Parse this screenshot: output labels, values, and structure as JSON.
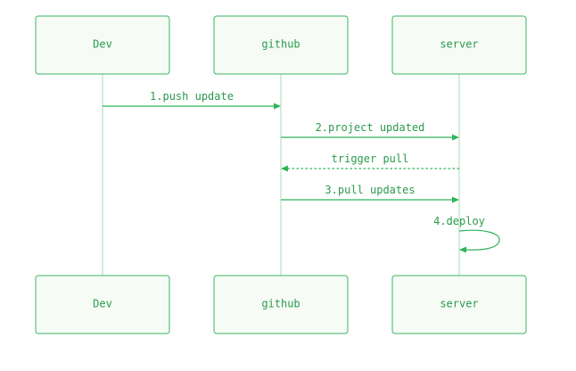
{
  "actors": [
    {
      "id": "dev",
      "label": "Dev"
    },
    {
      "id": "github",
      "label": "github"
    },
    {
      "id": "server",
      "label": "server"
    }
  ],
  "messages": [
    {
      "from": "dev",
      "to": "github",
      "label": "1.push update",
      "style": "solid"
    },
    {
      "from": "github",
      "to": "server",
      "label": "2.project updated",
      "style": "solid"
    },
    {
      "from": "server",
      "to": "github",
      "label": "trigger pull",
      "style": "dashed"
    },
    {
      "from": "github",
      "to": "server",
      "label": "3.pull updates",
      "style": "solid"
    },
    {
      "from": "server",
      "to": "server",
      "label": "4.deploy",
      "style": "solid"
    }
  ],
  "colors": {
    "accent": "#2fb35a",
    "box_fill": "#f6fbf6",
    "box_stroke": "#3cb563",
    "lifeline": "#a9dbb6",
    "text": "#2a9a4c"
  }
}
